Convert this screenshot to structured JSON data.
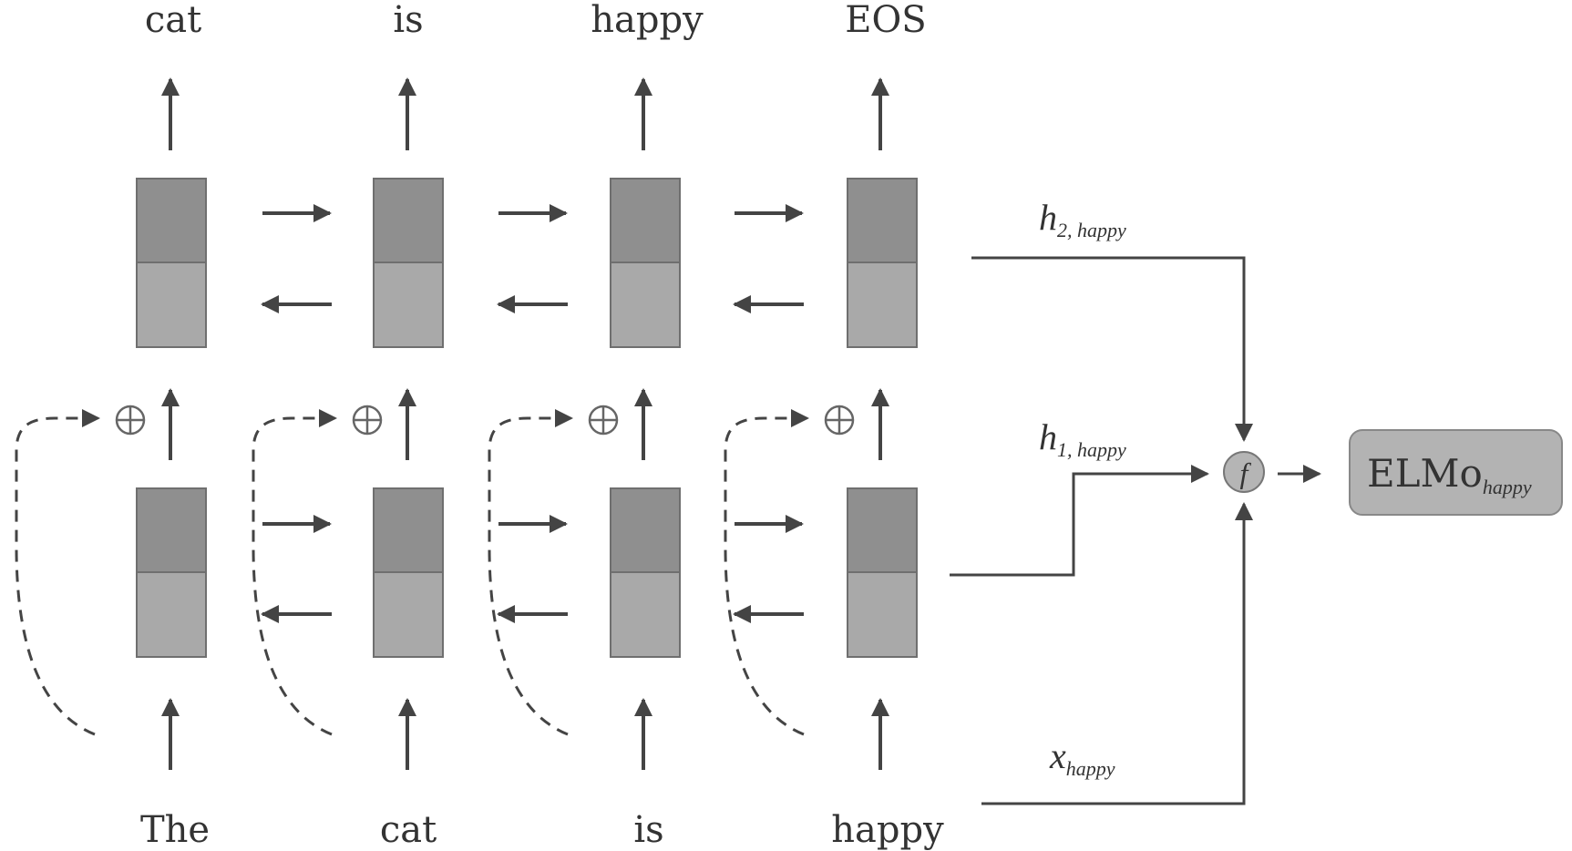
{
  "output_tokens": [
    "cat",
    "is",
    "happy",
    "EOS"
  ],
  "input_tokens": [
    "The",
    "cat",
    "is",
    "happy"
  ],
  "combine_symbol": "⊕",
  "labels": {
    "h2": {
      "base": "h",
      "sub": "2, happy"
    },
    "h1": {
      "base": "h",
      "sub": "1, happy"
    },
    "x": {
      "base": "x",
      "sub": "happy"
    }
  },
  "function_symbol": "f",
  "output_box": {
    "base": "ELMo",
    "sub": "happy"
  },
  "colors": {
    "cell_top": "#8f8f8f",
    "cell_bottom": "#a9a9a9",
    "cell_border": "#6f6f6f",
    "arrow": "#444444",
    "elmo_fill": "#b3b3b3"
  }
}
